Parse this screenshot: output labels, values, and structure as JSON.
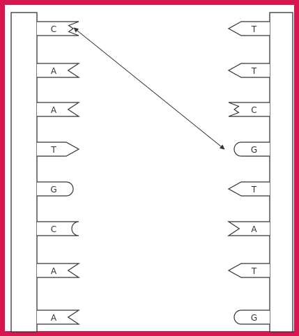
{
  "theme": {
    "frame_color": "#d6174f",
    "line_color": "#333333",
    "background": "#ffffff"
  },
  "left_strand": {
    "bases": [
      {
        "letter": "C",
        "shape": "notch-two-bump"
      },
      {
        "letter": "A",
        "shape": "notch-v"
      },
      {
        "letter": "A",
        "shape": "notch-v"
      },
      {
        "letter": "T",
        "shape": "point"
      },
      {
        "letter": "G",
        "shape": "round"
      },
      {
        "letter": "C",
        "shape": "notch-round"
      },
      {
        "letter": "A",
        "shape": "notch-v"
      },
      {
        "letter": "A",
        "shape": "notch-v"
      }
    ]
  },
  "right_strand": {
    "bases": [
      {
        "letter": "T",
        "shape": "point"
      },
      {
        "letter": "T",
        "shape": "point"
      },
      {
        "letter": "C",
        "shape": "notch-two-bump"
      },
      {
        "letter": "G",
        "shape": "round"
      },
      {
        "letter": "T",
        "shape": "point"
      },
      {
        "letter": "A",
        "shape": "notch-v"
      },
      {
        "letter": "T",
        "shape": "point"
      },
      {
        "letter": "G",
        "shape": "round"
      }
    ]
  },
  "pairing_arrow": {
    "from": "left_strand.bases.0",
    "to": "right_strand.bases.3"
  }
}
